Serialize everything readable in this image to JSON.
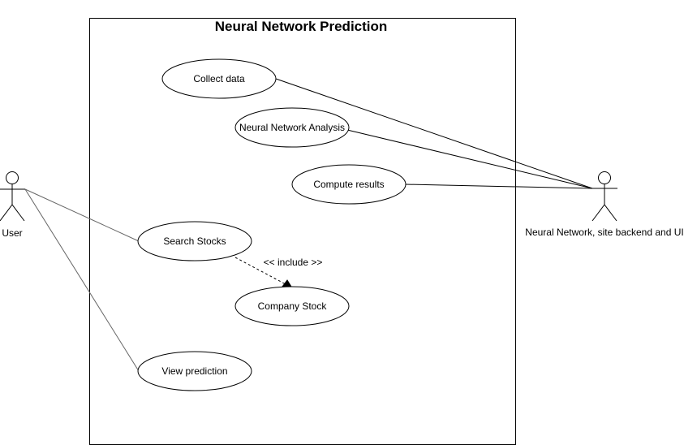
{
  "diagram": {
    "system_title": "Neural Network Prediction",
    "actors": {
      "user": "User",
      "system": "Neural Network, site backend and UI"
    },
    "use_cases": {
      "collect_data": "Collect data",
      "nn_analysis": "Neural Network Analysis",
      "compute_results": "Compute results",
      "search_stocks": "Search Stocks",
      "company_stock": "Company Stock",
      "view_prediction": "View prediction"
    },
    "include_label": "<< include >>"
  }
}
